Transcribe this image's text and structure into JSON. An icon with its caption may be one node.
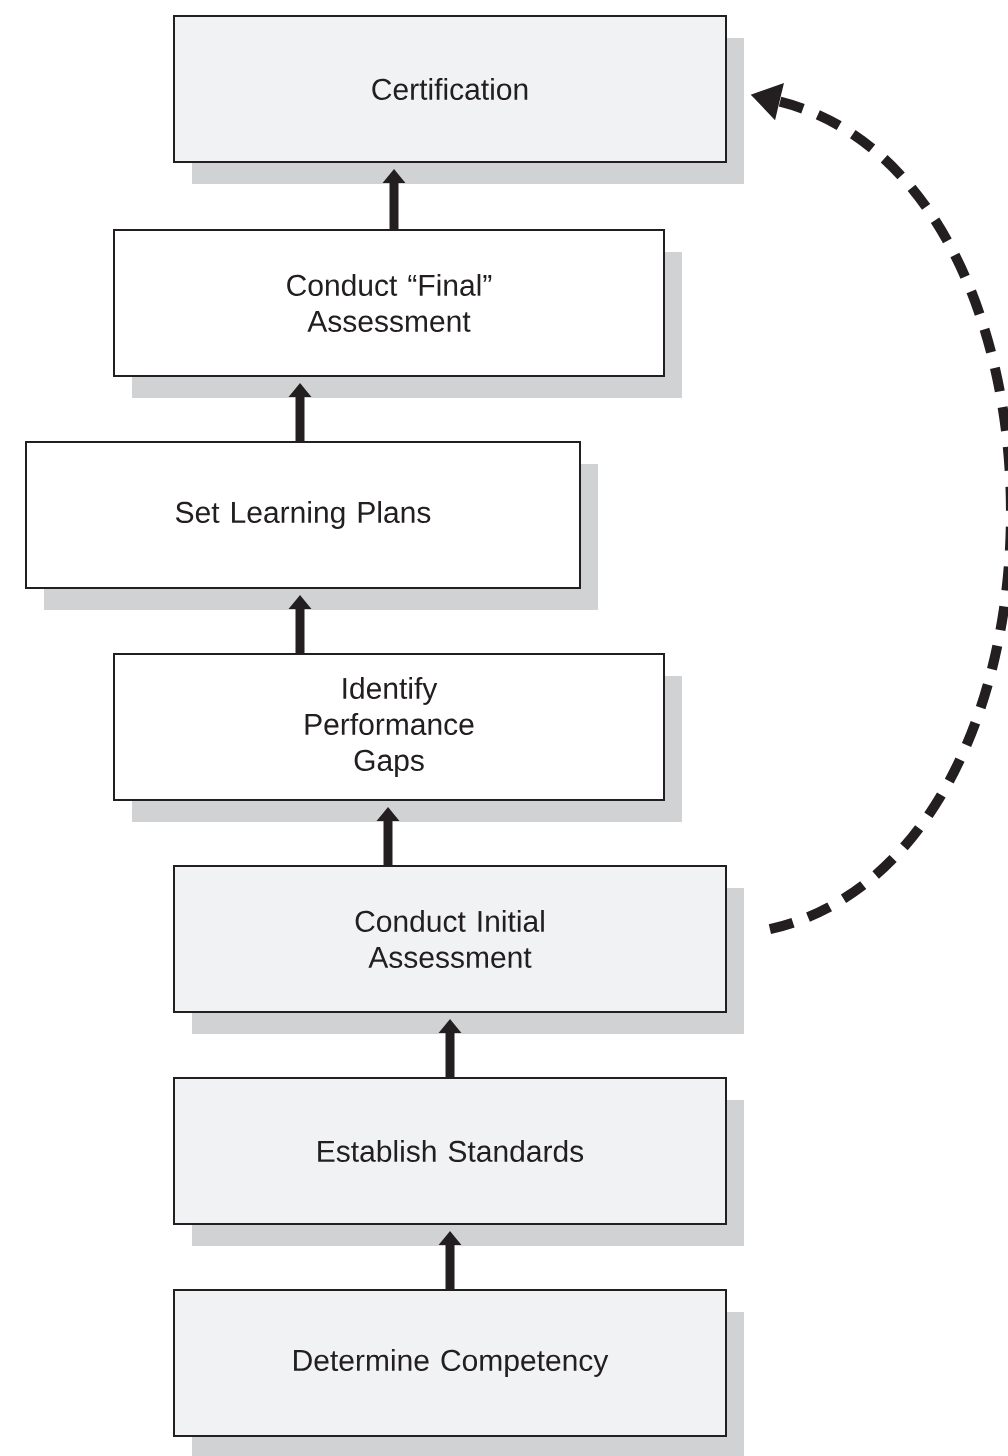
{
  "diagram": {
    "nodes": [
      {
        "text": [
          "Certification"
        ]
      },
      {
        "text": [
          "Conduct “Final” Assessment"
        ]
      },
      {
        "text": [
          "Set Learning Plans"
        ]
      },
      {
        "text": [
          "Identify Performance Gaps"
        ]
      },
      {
        "text": [
          "Conduct Initial Assessment"
        ]
      },
      {
        "text": [
          "Establish Standards"
        ]
      },
      {
        "text": [
          "Determine Competency"
        ]
      }
    ],
    "edges": [
      {
        "from": 6,
        "to": 5,
        "arrow": "to"
      },
      {
        "from": 5,
        "to": 4,
        "arrow": "to"
      },
      {
        "from": 4,
        "to": 3,
        "arrow": "to"
      },
      {
        "from": 3,
        "to": 2,
        "arrow": "to"
      },
      {
        "from": 2,
        "to": 1,
        "arrow": "to"
      },
      {
        "from": 1,
        "to": 0,
        "arrow": "to"
      },
      {
        "from": 4,
        "to": 0,
        "arrow": "to",
        "style": "dashed"
      }
    ]
  }
}
